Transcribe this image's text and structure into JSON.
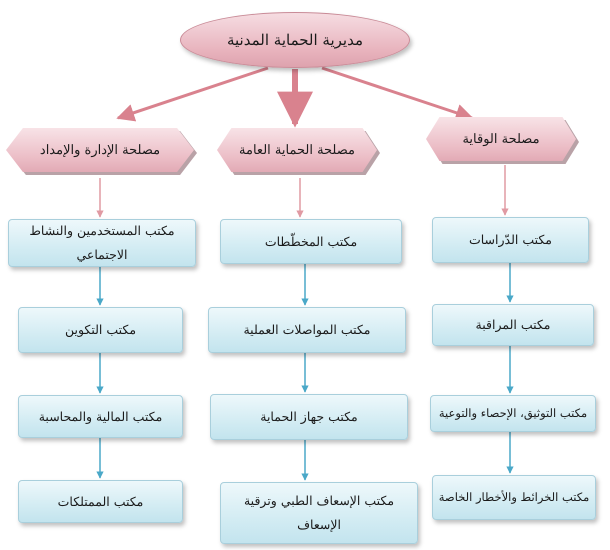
{
  "root": "مديرية الحماية المدنية",
  "services": {
    "right": "مصلحة الوقاية",
    "middle": "مصلحة الحماية العامة",
    "left": "مصلحة الإدارة والإمداد"
  },
  "offices": {
    "right": [
      "مكتب الدّراسات",
      "مكتب المراقبة",
      "مكتب التوثيق، الإحصاء والتوعية",
      "مكتب الخرائط والأخطار الخاصة"
    ],
    "middle": [
      "مكتب المخطّطات",
      "مكتب المواصلات العملية",
      "مكتب جهاز الحماية",
      "مكتب الإسعاف الطبي وترقية الإسعاف"
    ],
    "left": [
      "مكتب المستخدمين والنشاط الاجتماعي",
      "مكتب التكوين",
      "مكتب المالية والمحاسبة",
      "مكتب الممتلكات"
    ]
  },
  "colors": {
    "top_arrows": "#d9828e",
    "drop_arrows": "#e09aa3",
    "office_arrows": "#4aa8c8",
    "service_fill": "#ebbcc5",
    "office_fill": "#d3ecf3"
  }
}
